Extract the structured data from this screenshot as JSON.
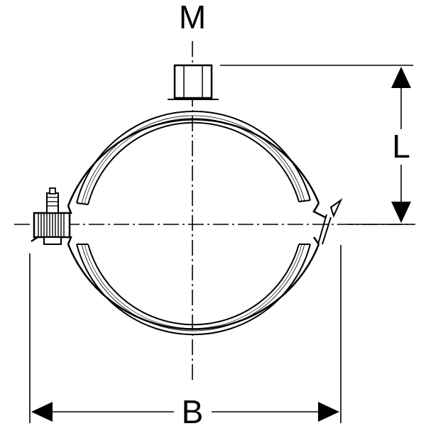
{
  "labels": {
    "thread": "M",
    "height": "L",
    "width": "B"
  },
  "colors": {
    "line": "#000000",
    "background": "#ffffff"
  }
}
